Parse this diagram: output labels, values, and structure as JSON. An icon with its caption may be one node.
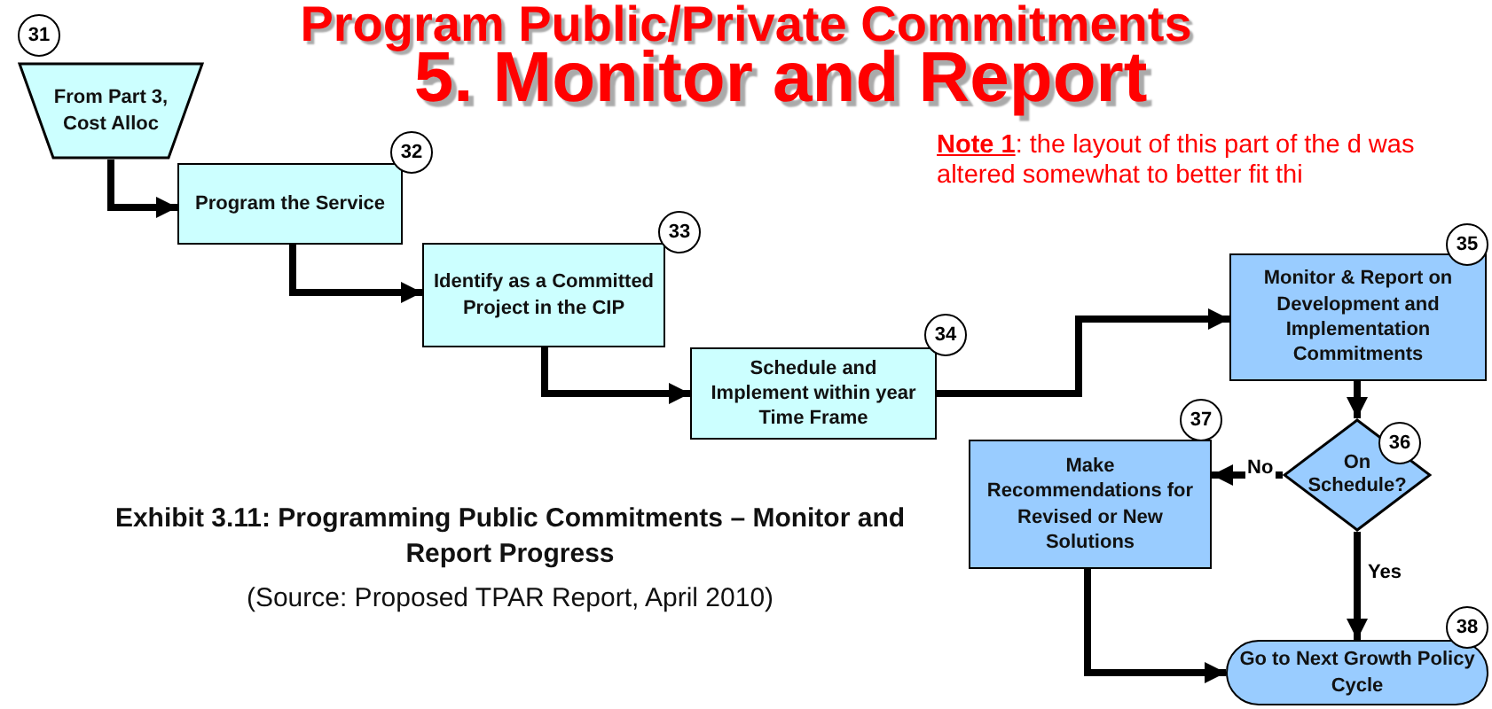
{
  "diagram": {
    "title": "5. Monitor and Report",
    "caption": "Exhibit 3.11: Programming Public Commitments – Monitor and Report Progress",
    "nodes": [
      {
        "text": [
          "From Part 3, Cost Alloc"
        ],
        "beside": [
          "31"
        ]
      },
      {
        "text": [
          "Program the Service"
        ],
        "beside": [
          "32"
        ]
      },
      {
        "text": [
          "Identify as a Committed Project in the CIP"
        ],
        "beside": [
          "33"
        ]
      },
      {
        "text": [
          "Schedule and Implement within year Time Frame"
        ],
        "beside": [
          "34"
        ]
      },
      {
        "text": [
          "Monitor & Report on Development and Implementation Commitments"
        ],
        "beside": [
          "35"
        ]
      },
      {
        "text": [
          "On Schedule?"
        ],
        "beside": [
          "36"
        ]
      },
      {
        "text": [
          "Make Recommendations for Revised or New Solutions"
        ],
        "beside": [
          "37"
        ]
      },
      {
        "text": [
          "Go to Next Growth Policy Cycle"
        ],
        "beside": [
          "38"
        ]
      }
    ],
    "edges": [
      {
        "from": 0,
        "to": 1,
        "arrow": "to"
      },
      {
        "from": 1,
        "to": 2,
        "arrow": "to"
      },
      {
        "from": 2,
        "to": 3,
        "arrow": "to"
      },
      {
        "from": 3,
        "to": 4,
        "arrow": "to"
      },
      {
        "from": 4,
        "to": 5,
        "arrow": "to"
      },
      {
        "from": 5,
        "to": 6,
        "arrow": "to",
        "label": "No"
      },
      {
        "from": 5,
        "to": 7,
        "arrow": "to",
        "label": "Yes"
      },
      {
        "from": 6,
        "to": 7,
        "arrow": "to"
      }
    ],
    "labels": [
      "Program Public/Private Commitments",
      "**Note 1**: the layout of this part of the d was altered somewhat to better fit thi",
      "(Source: Proposed TPAR Report, April 2010)"
    ]
  }
}
